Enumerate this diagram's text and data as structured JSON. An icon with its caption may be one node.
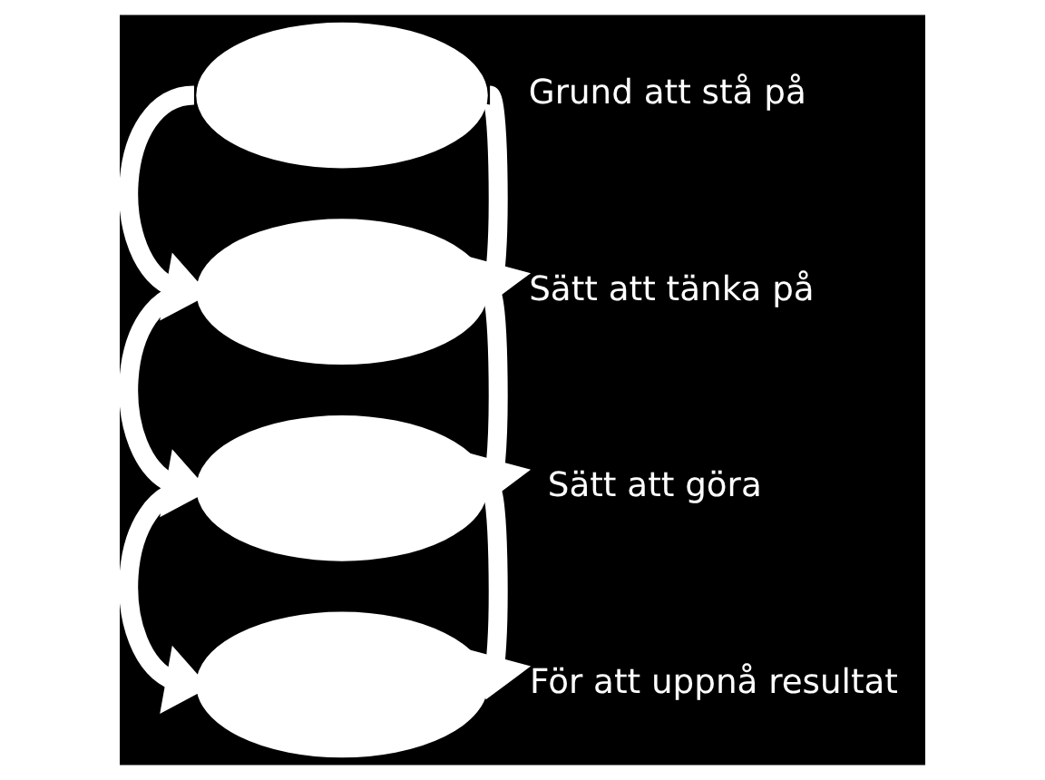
{
  "diagram": {
    "nodes": [
      {
        "text": [],
        "shape": "ellipse",
        "beside": [
          "Grund att stå på"
        ]
      },
      {
        "text": [],
        "shape": "ellipse",
        "beside": [
          "Sätt att tänka på"
        ]
      },
      {
        "text": [],
        "shape": "ellipse",
        "beside": [
          "Sätt att göra"
        ]
      },
      {
        "text": [],
        "shape": "ellipse",
        "beside": [
          "För att uppnå resultat"
        ]
      }
    ],
    "edges": [
      {
        "from": 0,
        "to": 1,
        "arrow": "to"
      },
      {
        "from": 0,
        "to": 1,
        "arrow": "to"
      },
      {
        "from": 1,
        "to": 2,
        "arrow": "to"
      },
      {
        "from": 1,
        "to": 2,
        "arrow": "to"
      },
      {
        "from": 2,
        "to": 3,
        "arrow": "to"
      },
      {
        "from": 2,
        "to": 3,
        "arrow": "to"
      }
    ]
  }
}
